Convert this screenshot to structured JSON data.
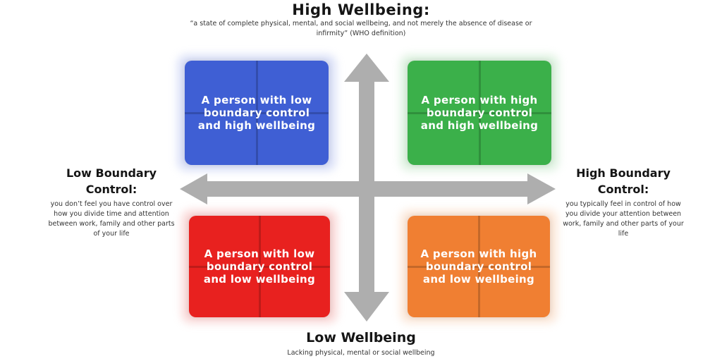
{
  "top": {
    "title": "High Wellbeing:",
    "description": "“a state of complete physical, mental, and social wellbeing, and not merely the absence of disease or infirmity” (WHO definition)"
  },
  "bottom": {
    "title": "Low Wellbeing",
    "description": "Lacking physical, mental or social wellbeing"
  },
  "left": {
    "title": "Low Boundary Control:",
    "description": "you don’t feel you have control over how you divide time and attention between work, family and other parts of your life"
  },
  "right": {
    "title": "High Boundary Control:",
    "description": "you typically feel in control of how you divide your attention between work, family and other parts of your life"
  },
  "quadrants": {
    "top_left": {
      "text": "A person with low boundary control and high wellbeing",
      "color": "#3f5fd4"
    },
    "top_right": {
      "text": "A person with high boundary control and high wellbeing",
      "color": "#3bb04a"
    },
    "bottom_left": {
      "text": "A person with low boundary control and low wellbeing",
      "color": "#e8211f"
    },
    "bottom_right": {
      "text": "A person with high boundary control and low wellbeing",
      "color": "#f07f32"
    }
  },
  "colors": {
    "arrow": "#aeaeae"
  }
}
